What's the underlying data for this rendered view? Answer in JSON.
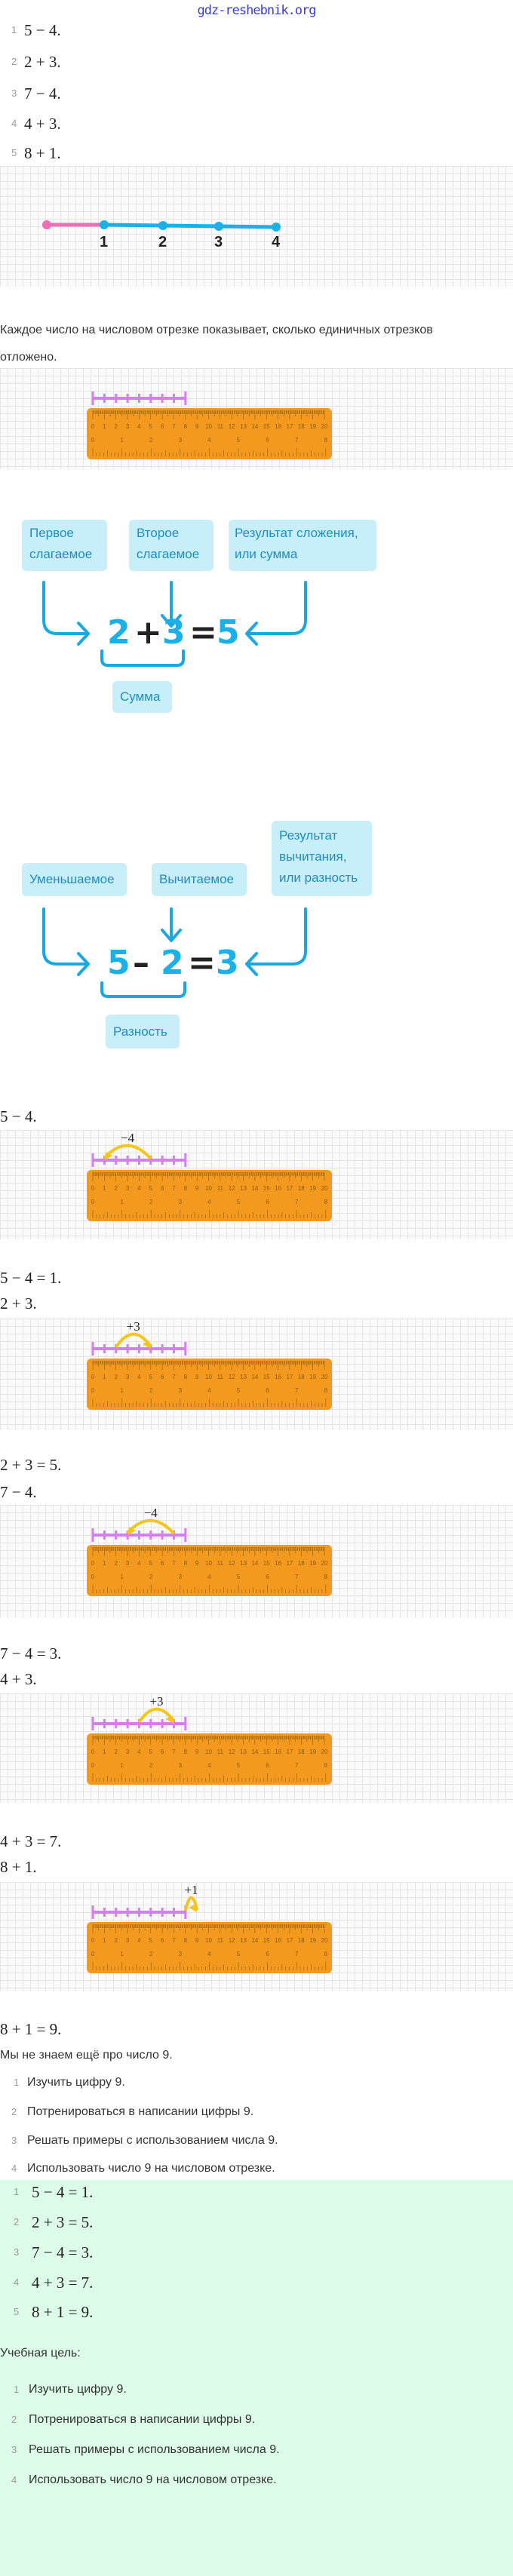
{
  "header": {
    "watermark": "gdz-reshebnik.org"
  },
  "task_list": [
    {
      "num": "1",
      "expr": "5 − 4."
    },
    {
      "num": "2",
      "expr": "2 + 3."
    },
    {
      "num": "3",
      "expr": "7 − 4."
    },
    {
      "num": "4",
      "expr": "4 + 3."
    },
    {
      "num": "5",
      "expr": "8 + 1."
    }
  ],
  "number_line": {
    "labels": [
      "1",
      "2",
      "3",
      "4"
    ]
  },
  "explanation": {
    "line1": "Каждое число на числовом отрезке показывает, сколько единичных отрезков",
    "line2": "отложено."
  },
  "ruler": {
    "top_labels": [
      "0",
      "1",
      "2",
      "3",
      "4",
      "5",
      "6",
      "7",
      "8",
      "9",
      "10",
      "11",
      "12",
      "13",
      "14",
      "15",
      "16",
      "17",
      "18",
      "19",
      "20"
    ],
    "bottom_labels": [
      "0",
      "1",
      "2",
      "3",
      "4",
      "5",
      "6",
      "7",
      "8"
    ]
  },
  "addition_diagram": {
    "first_addend": [
      "Первое",
      "слагаемое"
    ],
    "second_addend": [
      "Второе",
      "слагаемое"
    ],
    "result": [
      "Результат сложения,",
      "или сумма"
    ],
    "equation": {
      "a": "2",
      "op": "+",
      "b": "3",
      "eq": "=",
      "c": "5"
    },
    "bracket_label": "Сумма"
  },
  "subtraction_diagram": {
    "minuend": "Уменьшаемое",
    "subtrahend": "Вычитаемое",
    "result": [
      "Результат",
      "вычитания,",
      "или разность"
    ],
    "equation": {
      "a": "5",
      "op": "–",
      "b": "2",
      "eq": "=",
      "c": "3"
    },
    "bracket_label": "Разность"
  },
  "exercises": [
    {
      "prompt": "5 − 4.",
      "start": 5,
      "step": -4,
      "arc_label": "−4",
      "result": "5 − 4 = 1."
    },
    {
      "prompt": "2 + 3.",
      "start": 2,
      "step": 3,
      "arc_label": "+3",
      "result": "2 + 3 = 5."
    },
    {
      "prompt": "7 − 4.",
      "start": 7,
      "step": -4,
      "arc_label": "−4",
      "result": "7 − 4 = 3."
    },
    {
      "prompt": "4 + 3.",
      "start": 4,
      "step": 3,
      "arc_label": "+3",
      "result": "4 + 3 = 7."
    },
    {
      "prompt": "8 + 1.",
      "start": 8,
      "step": 1,
      "arc_label": "+1",
      "result": "8 + 1 = 9."
    }
  ],
  "unknown_text": "Мы не знаем ещё про число 9.",
  "goals": [
    {
      "num": "1",
      "text": "Изучить цифру 9."
    },
    {
      "num": "2",
      "text": "Потренироваться в написании цифры 9."
    },
    {
      "num": "3",
      "text": "Решать примеры с использованием числа 9."
    },
    {
      "num": "4",
      "text": "Использовать число 9 на числовом отрезке."
    }
  ],
  "answers": [
    {
      "num": "1",
      "expr": "5 − 4 = 1."
    },
    {
      "num": "2",
      "expr": "2 + 3 = 5."
    },
    {
      "num": "3",
      "expr": "7 − 4 = 3."
    },
    {
      "num": "4",
      "expr": "4 + 3 = 7."
    },
    {
      "num": "5",
      "expr": "8 + 1 = 9."
    }
  ],
  "goal_title": "Учебная цель:",
  "colors": {
    "ruler": "#f39a1e",
    "purple": "#d47ff0",
    "arc": "#f5c518",
    "blue": "#1ab0e8",
    "box": "#c8eefa",
    "green_bg": "#dcfbe9"
  }
}
